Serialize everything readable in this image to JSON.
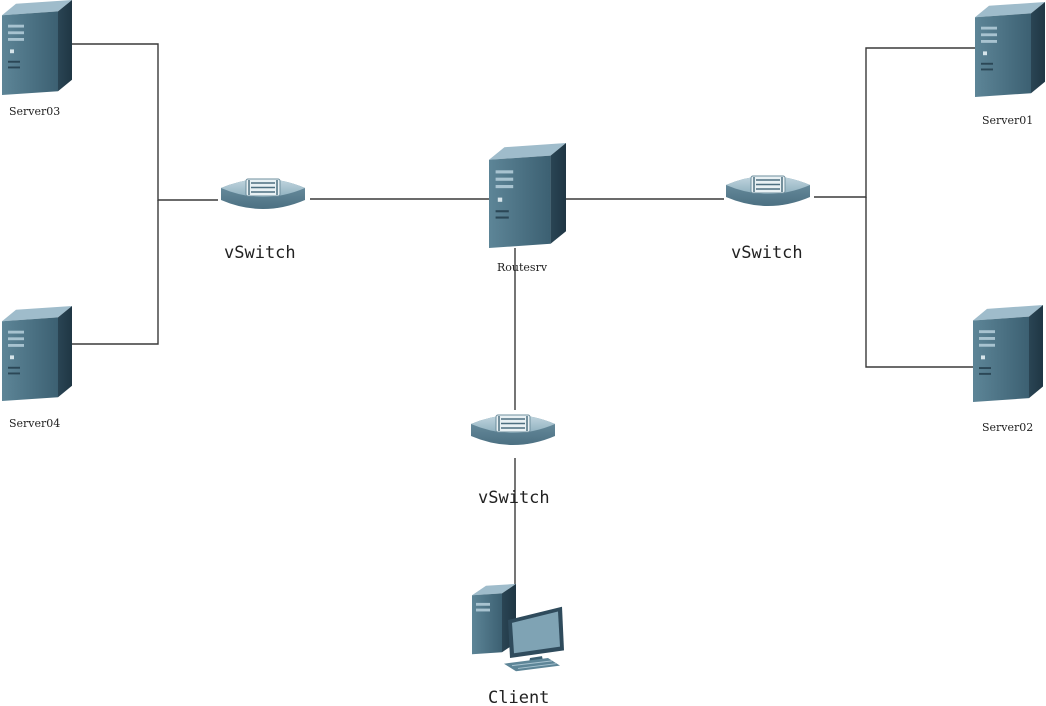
{
  "nodes": {
    "server03": {
      "label": "Server03",
      "kind": "server"
    },
    "server04": {
      "label": "Server04",
      "kind": "server"
    },
    "server01": {
      "label": "Server01",
      "kind": "server"
    },
    "server02": {
      "label": "Server02",
      "kind": "server"
    },
    "routesrv": {
      "label": "Routesrv",
      "kind": "server"
    },
    "vswitch_left": {
      "label": "vSwitch",
      "kind": "switch"
    },
    "vswitch_right": {
      "label": "vSwitch",
      "kind": "switch"
    },
    "vswitch_bottom": {
      "label": "vSwitch",
      "kind": "switch"
    },
    "client": {
      "label": "Client",
      "kind": "workstation"
    }
  },
  "links": [
    [
      "server03",
      "vswitch_left"
    ],
    [
      "server04",
      "vswitch_left"
    ],
    [
      "vswitch_left",
      "routesrv"
    ],
    [
      "routesrv",
      "vswitch_right"
    ],
    [
      "vswitch_right",
      "server01"
    ],
    [
      "vswitch_right",
      "server02"
    ],
    [
      "routesrv",
      "vswitch_bottom"
    ],
    [
      "vswitch_bottom",
      "client"
    ]
  ],
  "icons": {
    "server": "tower-server-icon",
    "switch": "network-switch-icon",
    "workstation": "desktop-computer-icon"
  },
  "colors": {
    "device_dark": "#2f4b5c",
    "device_mid": "#4f7587",
    "device_light": "#8fb0c0",
    "switch_top": "#a9c3cf",
    "link": "#3a3a3a"
  }
}
